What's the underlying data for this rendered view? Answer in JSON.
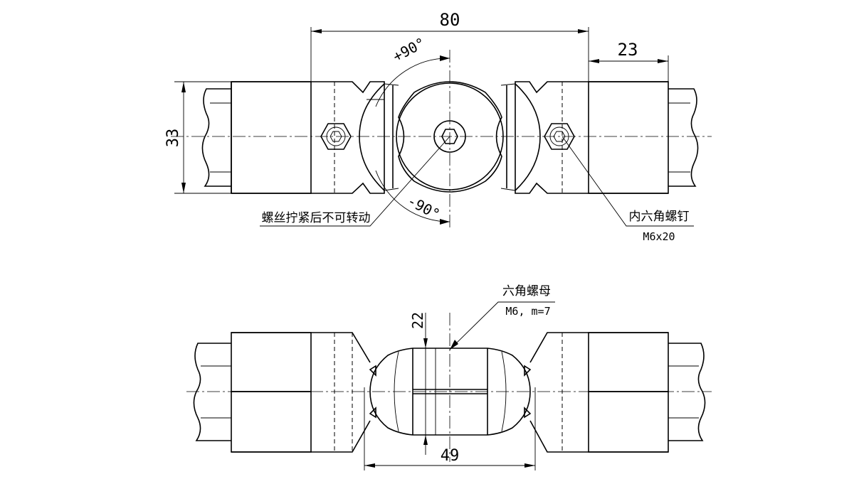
{
  "top_view": {
    "dim_length": "80",
    "dim_offset": "23",
    "dim_height": "33",
    "angle_plus": "+90°",
    "angle_minus": "-90°",
    "note_no_rotate": "螺丝拧紧后不可转动",
    "bolt_label": "内六角螺钉",
    "bolt_spec": "M6x20"
  },
  "bottom_view": {
    "dim_gap": "22",
    "dim_width": "49",
    "nut_label": "六角螺母",
    "nut_spec": "M6, m=7"
  }
}
